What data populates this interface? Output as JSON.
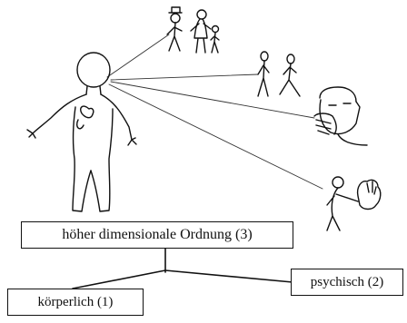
{
  "labels": {
    "higher_order": "höher dimensionale Ordnung (3)",
    "psychic": "psychisch (2)",
    "bodily": "körperlich (1)"
  },
  "colors": {
    "ink": "#111111",
    "background": "#ffffff"
  }
}
